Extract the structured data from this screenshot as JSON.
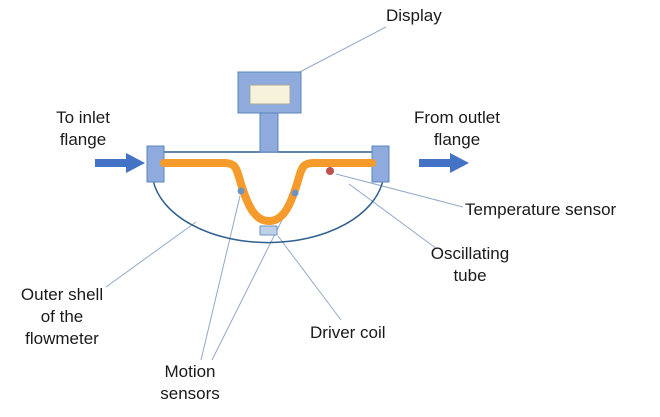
{
  "diagram": {
    "labels": {
      "display": "Display",
      "inlet": "To inlet\nflange",
      "outlet": "From outlet\nflange",
      "temperature_sensor": "Temperature sensor",
      "oscillating_tube": "Oscillating\ntube",
      "outer_shell": "Outer shell\nof the\nflowmeter",
      "driver_coil": "Driver coil",
      "motion_sensors": "Motion\nsensors"
    },
    "colors": {
      "oscillating_tube": "#F59B2B",
      "flow_arrow": "#4472C4",
      "component_fill": "#8FAADC",
      "component_border": "#5B85B8",
      "shell_outline": "#2F5F8F",
      "leader_line": "#93A9C9",
      "motion_sensor_dot": "#6E93C0",
      "temperature_sensor_dot": "#C0504D",
      "display_screen": "#F7F2DC",
      "driver_coil_fill": "#BDD0E9"
    }
  }
}
